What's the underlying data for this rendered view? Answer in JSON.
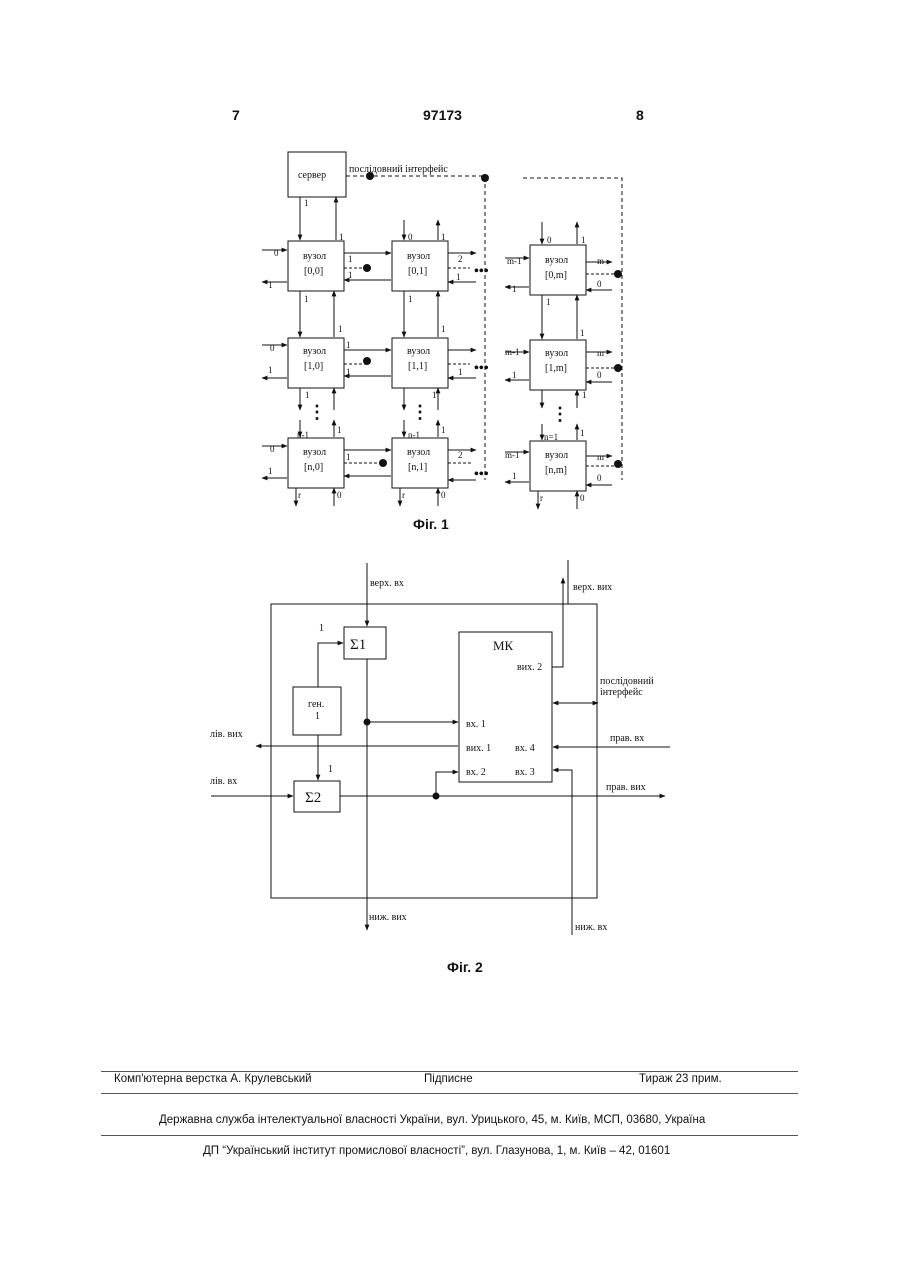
{
  "header": {
    "page_left": "7",
    "patent_number": "97173",
    "page_right": "8"
  },
  "fig1": {
    "caption": "Фіг. 1",
    "server_label": "сервер",
    "serial_interface_label": "послідовний інтерфейс",
    "node_title": "вузол",
    "nodes": {
      "n00": "[0,0]",
      "n01": "[0,1]",
      "n0m": "[0,m]",
      "n10": "[1,0]",
      "n11": "[1,1]",
      "n1m": "[1,m]",
      "nn0": "[n,0]",
      "nn1": "[n,1]",
      "nnm": "[n,m]"
    },
    "port_labels": {
      "zero": "0",
      "one": "1",
      "two": "2",
      "m": "m",
      "m_minus_1": "m-1",
      "n_minus_1": "n-1",
      "n_eq_1": "n=1",
      "r": "r",
      "ellipsis": "•••",
      "vdots": "⋮"
    }
  },
  "fig2": {
    "caption": "Фіг. 2",
    "top_in": "верх. вх",
    "top_out": "верх. вих",
    "serial_interface_1": "послідовний",
    "serial_interface_2": "інтерфейс",
    "left_out": "лів. вих",
    "left_in": "лів. вх",
    "right_in": "прав. вх",
    "right_out": "прав. вих",
    "bottom_out": "ниж. вих",
    "bottom_in": "ниж. вх",
    "sum1": "Σ1",
    "sum2": "Σ2",
    "gen_1": "ген.",
    "gen_2": "1",
    "mk": "МК",
    "mk_out2": "вих. 2",
    "mk_in1": "вх. 1",
    "mk_out1": "вих. 1",
    "mk_in4": "вх. 4",
    "mk_in2": "вх. 2",
    "mk_in3": "вх. 3",
    "one": "1"
  },
  "footer": {
    "typesetting": "Комп'ютерна верстка А. Крулевський",
    "signed": "Підписне",
    "circulation": "Тираж 23 прим.",
    "agency": "Державна служба інтелектуальної власності України, вул. Урицького, 45, м. Київ, МСП, 03680, Україна",
    "institute": "ДП “Український інститут промислової власності”, вул. Глазунова, 1, м. Київ – 42, 01601"
  }
}
